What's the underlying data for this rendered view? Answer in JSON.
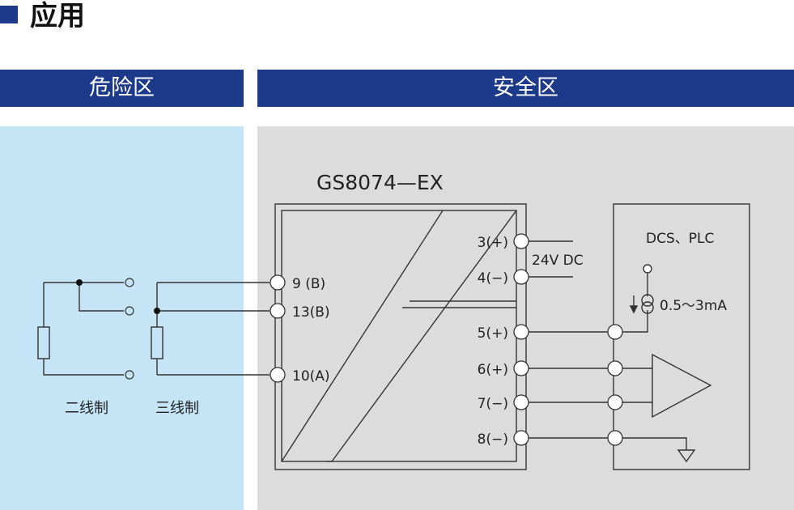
{
  "header": {
    "title": "应用"
  },
  "zones": {
    "hazard_label": "危险区",
    "safe_label": "安全区"
  },
  "device": {
    "model": "GS8074—EX",
    "terminals": {
      "t9": "9 (B)",
      "t13": "13(B)",
      "t10": "10(A)",
      "t3": "3(+)",
      "t4": "4(−)",
      "t5": "5(+)",
      "t6": "6(+)",
      "t7": "7(−)",
      "t8": "8(−)"
    },
    "power_label": "24V DC"
  },
  "dcs": {
    "label": "DCS、PLC",
    "current_label": "0.5～3mA"
  },
  "wiring": {
    "two_wire_label": "二线制",
    "three_wire_label": "三线制"
  },
  "colors": {
    "header_blue": "#1d3a8a",
    "hazard_bg": "#c5e5f6",
    "safe_bg": "#dcdcdc"
  }
}
